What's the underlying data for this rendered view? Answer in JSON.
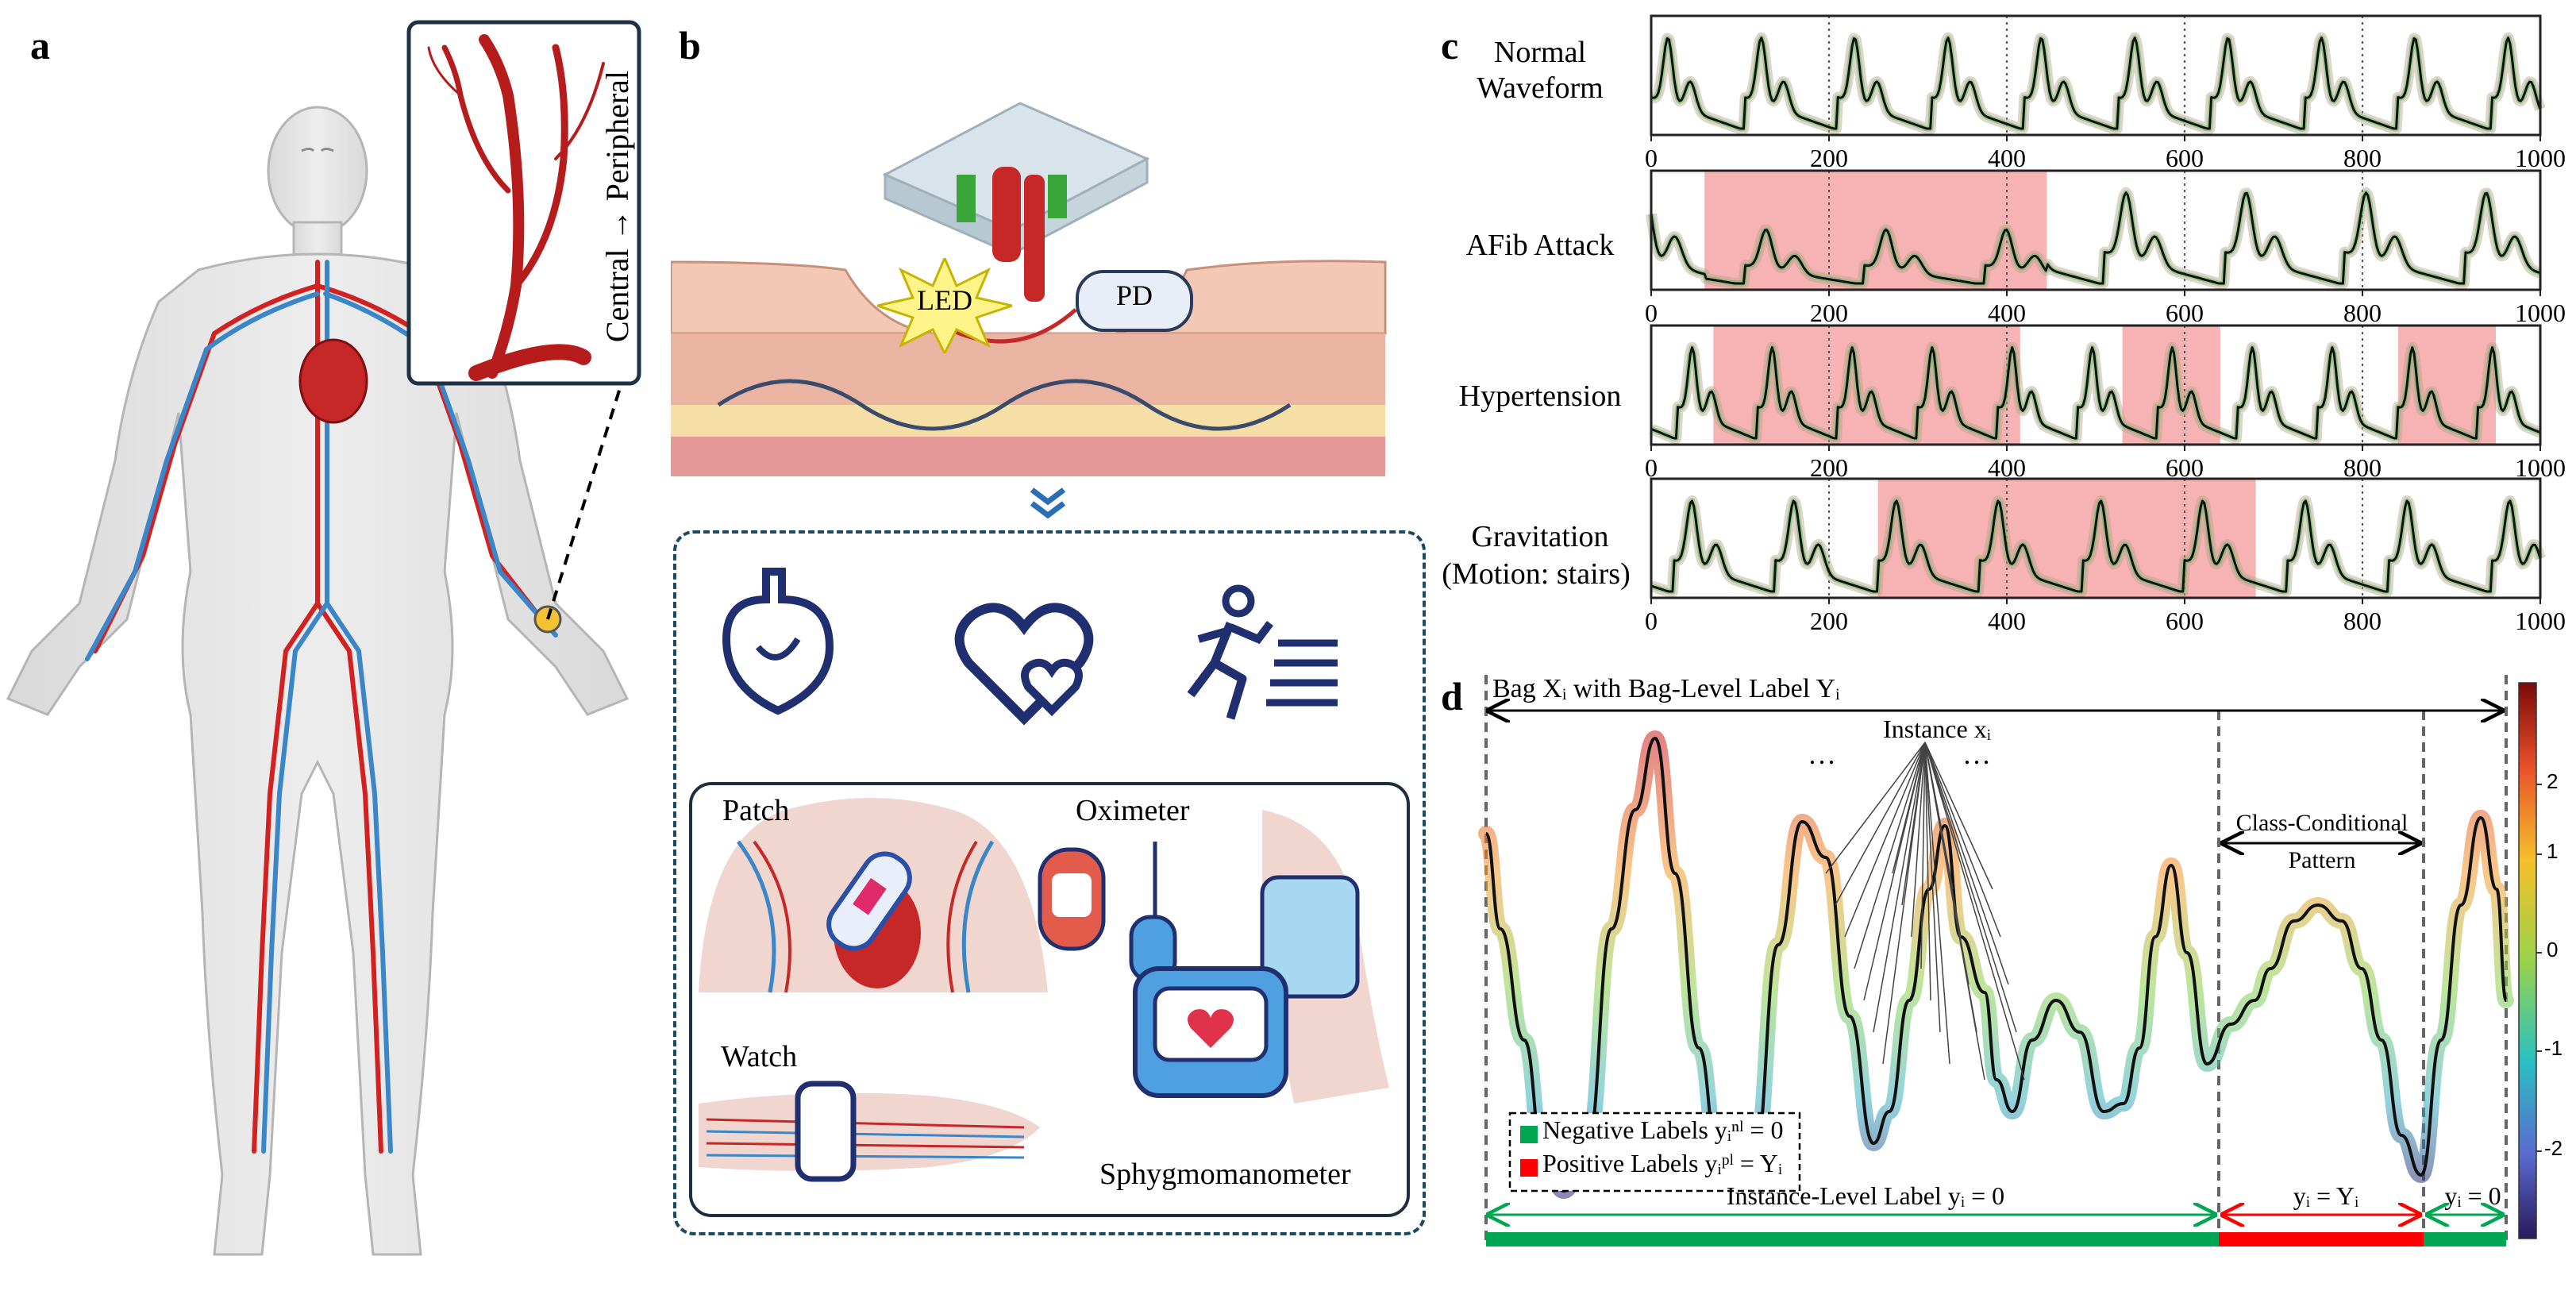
{
  "panel_a": {
    "letter": "a",
    "inset_label": "Central → Peripheral"
  },
  "panel_b": {
    "letter": "b",
    "led_label": "LED",
    "pd_label": "PD",
    "devices": {
      "patch": "Patch",
      "oximeter": "Oximeter",
      "watch": "Watch",
      "sphygmomanometer": "Sphygmomanometer"
    }
  },
  "panel_c": {
    "letter": "c",
    "rows": [
      {
        "label_line1": "Normal",
        "label_line2": "Waveform"
      },
      {
        "label_line1": "AFib Attack",
        "label_line2": ""
      },
      {
        "label_line1": "Hypertension",
        "label_line2": ""
      },
      {
        "label_line1": "Gravitation",
        "label_line2": "(Motion: stairs)"
      }
    ],
    "ticks": [
      "0",
      "200",
      "400",
      "600",
      "800",
      "1000"
    ]
  },
  "panel_d": {
    "letter": "d",
    "bag_label": "Bag  Xᵢ with Bag-Level Label  Yᵢ",
    "instance_label": "Instance xᵢ",
    "ellipsis_left": "…",
    "ellipsis_right": "…",
    "ccp_line1": "Class-Conditional",
    "ccp_line2": "Pattern",
    "legend_neg": "Negative Labels yᵢⁿˡ = 0",
    "legend_pos": "Positive Labels yᵢᵖˡ = Yᵢ",
    "instance_level_label": "Instance-Level Label  yᵢ = 0",
    "yi_equals_Yi": "yᵢ = Yᵢ",
    "yi_zero": "yᵢ = 0",
    "colorbar_ticks": [
      "2",
      "1",
      "0",
      "-1",
      "-2"
    ],
    "colors": {
      "negative": "#00a651",
      "positive": "#ff0000"
    }
  },
  "chart_data": {
    "type": "line",
    "x_range": [
      0,
      1000
    ],
    "x_ticks": [
      0,
      200,
      400,
      600,
      800,
      1000
    ],
    "highlight_regions": {
      "AFib Attack": [
        [
          60,
          445
        ]
      ],
      "Hypertension": [
        [
          70,
          415
        ],
        [
          530,
          640
        ],
        [
          840,
          950
        ]
      ],
      "Gravitation": [
        [
          255,
          680
        ]
      ]
    },
    "colorbar_range": [
      -2.5,
      2.5
    ]
  }
}
